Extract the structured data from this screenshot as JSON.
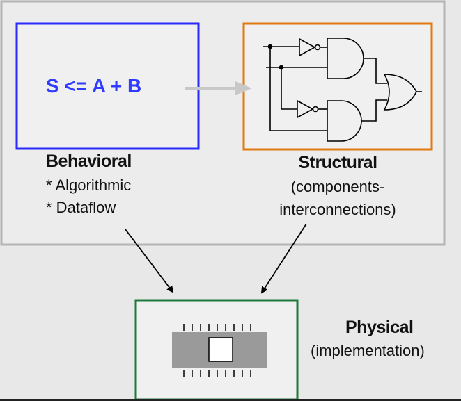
{
  "behavioral": {
    "equation": "S <= A + B",
    "title": "Behavioral",
    "items": [
      "* Algorithmic",
      "* Dataflow"
    ]
  },
  "structural": {
    "title": "Structural",
    "subtitle_line1": "(components-",
    "subtitle_line2": "interconnections)"
  },
  "physical": {
    "title": "Physical",
    "subtitle": "(implementation)"
  },
  "colors": {
    "background": "#e8e8e8",
    "outer_border": "#b4b4b4",
    "behavioral_border": "#2a2aff",
    "behavioral_text": "#2f3bff",
    "structural_border": "#e07a10",
    "physical_border": "#1e7a3c",
    "chip_body": "#9a9a9a",
    "flow_arrow": "#c8c8c8"
  },
  "icons": [
    "and-gate-icon",
    "or-gate-icon",
    "buffer-icon",
    "chip-icon"
  ]
}
